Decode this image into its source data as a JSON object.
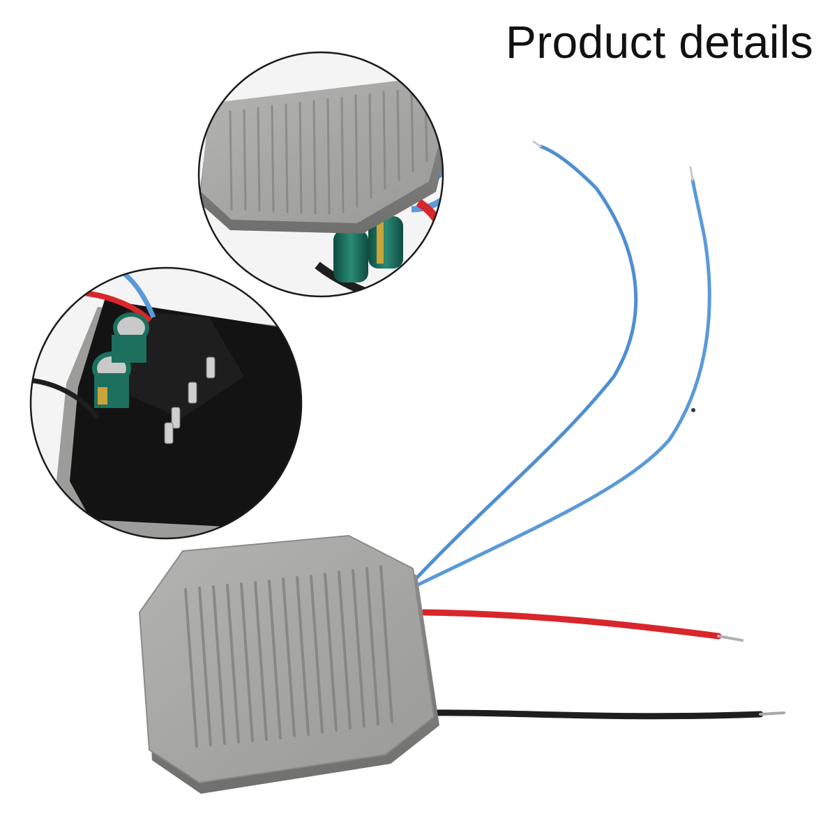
{
  "header": {
    "title": "Product details"
  },
  "colors": {
    "background": "#ffffff",
    "housing_silver": "#a9a9a7",
    "wire_blue": "#5b9ad8",
    "wire_red": "#d8262b",
    "wire_black": "#1e1e1e",
    "capacitor_green": "#1d6f5e",
    "board_black": "#111111"
  },
  "icons": {
    "main_product": "motor-controller-module",
    "zoom_top": "housing-top-closeup",
    "zoom_bottom": "board-underside-closeup"
  }
}
